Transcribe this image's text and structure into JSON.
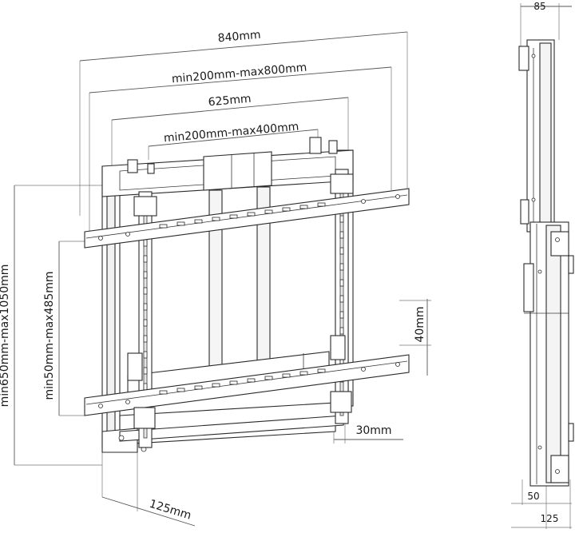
{
  "dimensions": {
    "overall_width": "840mm",
    "horizontal_adjust_range": "min200mm-max800mm",
    "bracket_spacing": "625mm",
    "inner_adjust_range": "min200mm-max400mm",
    "overall_height_range": "min650mm-max1050mm",
    "vertical_adjust_range": "min50mm-max485mm",
    "arm_height": "40mm",
    "arm_offset": "30mm",
    "depth_front": "125mm",
    "side_top_width": "85",
    "side_bottom_offset": "50",
    "side_bottom_width": "125"
  }
}
